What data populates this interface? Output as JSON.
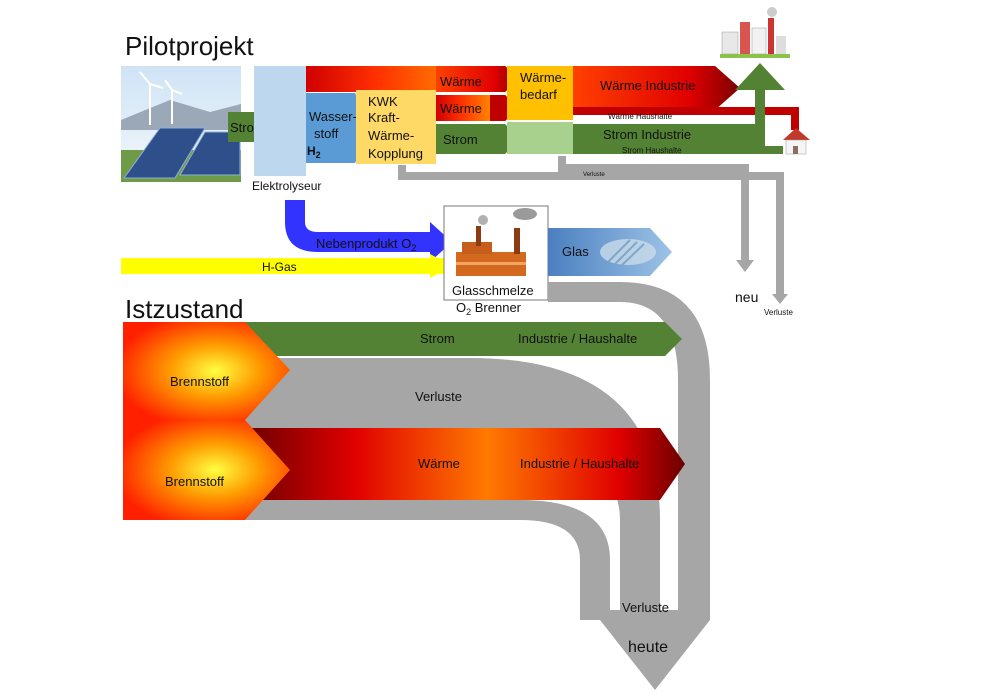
{
  "pilot": {
    "title": "Pilotprojekt",
    "strom_in": "Strom",
    "wasserstoff": "Wasser-",
    "wasserstoff2": "stoff",
    "h2": "H",
    "h2_sub": "2",
    "elektrolyseur": "Elektrolyseur",
    "kwk1": "KWK",
    "kwk2": "Kraft-",
    "kwk3": "Wärme-",
    "kwk4": "Kopplung",
    "waerme_top": "Wärme",
    "waerme_mid": "Wärme",
    "strom_mid": "Strom",
    "waermebedarf1": "Wärme-",
    "waermebedarf2": "bedarf",
    "waerme_industrie": "Wärme Industrie",
    "waerme_haushalte": "Wärme Haushalte",
    "strom_industrie": "Strom Industrie",
    "strom_haushalte": "Strom Haushalte",
    "verluste_small": "Verluste",
    "nebenprodukt": "Nebenprodukt O",
    "nebenprodukt_sub": "2",
    "hgas": "H-Gas",
    "glas": "Glas",
    "glasschmelze": "Glasschmelze",
    "o2brenner": "O",
    "o2brenner_sub": "2",
    "o2brenner_rest": " Brenner",
    "neu": "neu",
    "verluste_right": "Verluste"
  },
  "current": {
    "title": "Istzustand",
    "brennstoff1": "Brennstoff",
    "brennstoff2": "Brennstoff",
    "strom": "Strom",
    "industrie_haushalte1": "Industrie / Haushalte",
    "verluste": "Verluste",
    "waerme": "Wärme",
    "industrie_haushalte2": "Industrie / Haushalte",
    "verluste_bottom": "Verluste",
    "heute": "heute"
  },
  "colors": {
    "green": "#548235",
    "lightgreen": "#a9d18e",
    "blue": "#4472c4",
    "lightblue": "#bdd7ee",
    "steelblue": "#5b9bd5",
    "yellow": "#ffff00",
    "orange": "#ffc000",
    "gray": "#a6a6a6",
    "red": "#e00000",
    "indigo": "#3333ff"
  }
}
